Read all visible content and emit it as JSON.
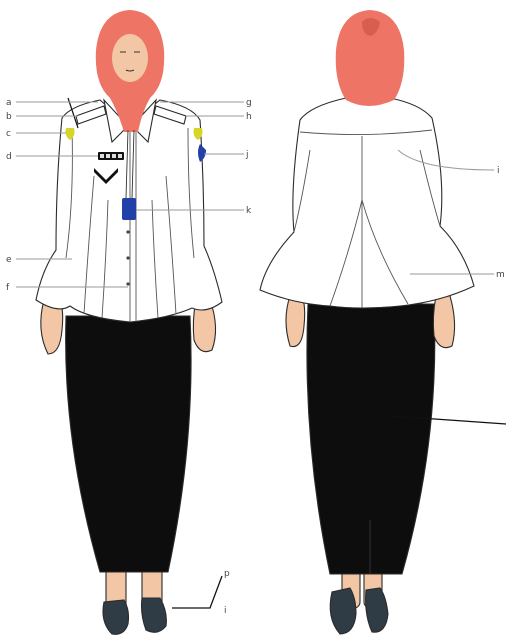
{
  "labels": {
    "a": "a",
    "b": "b",
    "c": "c",
    "d": "d",
    "e": "e",
    "f": "f",
    "g": "g",
    "h": "h",
    "i": "i",
    "j": "j",
    "k": "k",
    "m": "m",
    "p": "p"
  },
  "colors": {
    "hijab": "#ee7566",
    "blouse": "#ffffff",
    "skirt": "#0d0d0d",
    "skin": "#f3c7a6",
    "shoes": "#2f3b45",
    "id_card": "#2140a8",
    "badge_yellow": "#d6d62a",
    "patch_blue": "#2140a8"
  }
}
